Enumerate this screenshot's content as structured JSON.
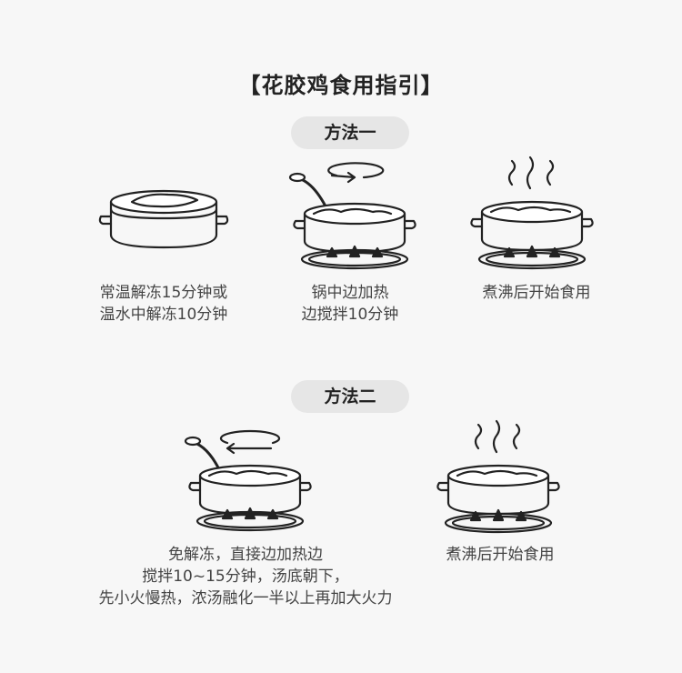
{
  "title": "【花胶鸡食用指引】",
  "method1": {
    "label": "方法一",
    "steps": [
      {
        "line1": "常温解冻15分钟或",
        "line2": "温水中解冻10分钟"
      },
      {
        "line1": "锅中边加热",
        "line2": "边搅拌10分钟"
      },
      {
        "line1": "煮沸后开始食用"
      }
    ]
  },
  "method2": {
    "label": "方法二",
    "steps": [
      {
        "line1": "免解冻，直接边加热边",
        "line2": "搅拌10~15分钟，汤底朝下，",
        "line3": "先小火慢热，浓汤融化一半以上再加大火力"
      },
      {
        "line1": "煮沸后开始食用"
      }
    ]
  },
  "icons": [
    "pot-with-lid-icon",
    "pot-stirring-on-stove-icon",
    "boiling-pot-on-stove-icon"
  ],
  "colors": {
    "background": "#f7f7f7",
    "pill": "#e6e6e6",
    "ink": "#222222",
    "text": "#444444"
  }
}
